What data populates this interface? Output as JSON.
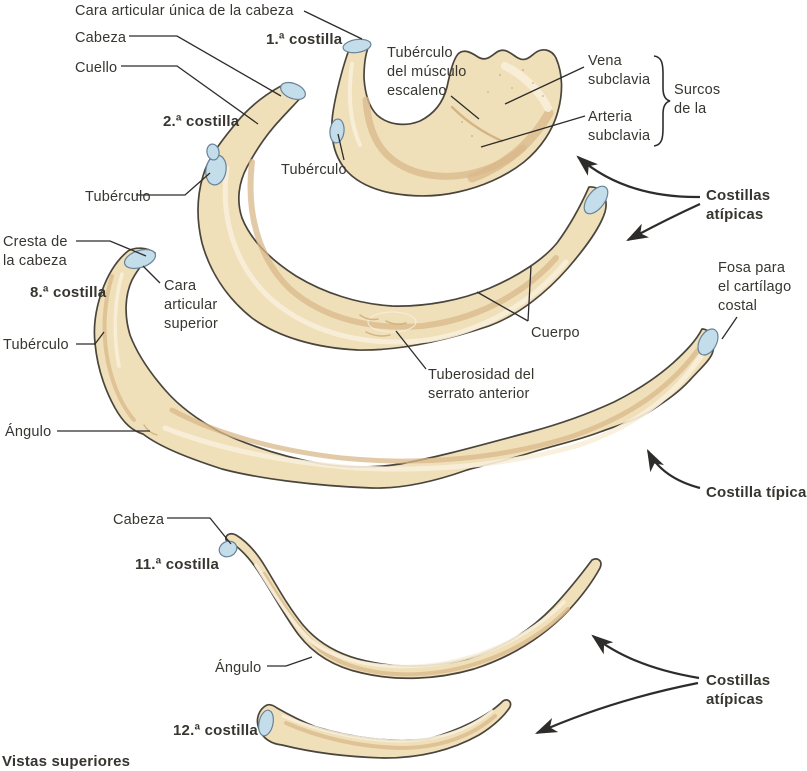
{
  "colors": {
    "background": "#ffffff",
    "bone_fill": "#f0e0ba",
    "bone_shade": "#d9b88a",
    "bone_hilite": "#f8f0da",
    "bone_deep": "#cfab79",
    "bone_outline": "#4a453c",
    "facet_fill": "#c4ddeb",
    "facet_outline": "#678299",
    "text": "#37352f",
    "line": "#2d2c2a"
  },
  "labels": {
    "cara_articular_unica": "Cara articular única de la cabeza",
    "costilla_1": "1.ª costilla",
    "cabeza_sup": "Cabeza",
    "cuello": "Cuello",
    "costilla_2": "2.ª costilla",
    "tuberculo_escaleno": "Tubérculo\ndel músculo\nescaleno",
    "vena_subclavia": "Vena\nsubclavia",
    "arteria_subclavia": "Arteria\nsubclavia",
    "surcos": "Surcos\nde la",
    "costillas_atipicas_sup": "Costillas\natípicas",
    "tuberculo_c1": "Tubérculo",
    "tuberculo_c2": "Tubérculo",
    "cresta_cabeza": "Cresta de\nla cabeza",
    "costilla_8": "8.ª costilla",
    "cara_articular_superior": "Cara\narticular\nsuperior",
    "tuberculo_c8": "Tubérculo",
    "fosa_cartilago": "Fosa para\nel cartílago\ncostal",
    "cuerpo": "Cuerpo",
    "tuberosidad_serrato": "Tuberosidad del\nserrato anterior",
    "angulo_c8": "Ángulo",
    "costilla_tipica": "Costilla típica",
    "cabeza_c11": "Cabeza",
    "costilla_11": "11.ª costilla",
    "angulo_c11": "Ángulo",
    "costillas_atipicas_inf": "Costillas\natípicas",
    "costilla_12": "12.ª costilla",
    "vistas_superiores": "Vistas superiores"
  }
}
